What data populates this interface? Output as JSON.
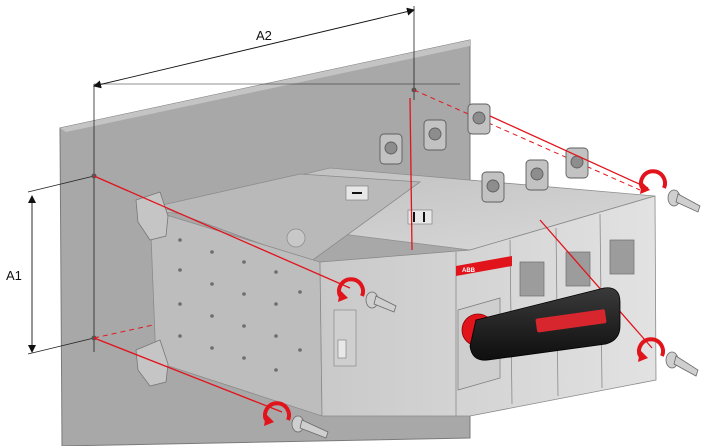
{
  "diagram": {
    "dimensions": {
      "width_label": "A2",
      "height_label": "A1"
    },
    "brand_mark": "ABB",
    "colors": {
      "mounting_plate": "#a7a7a7",
      "switch_body": "#d3d3d3",
      "guide_lines": "#e1141c",
      "handle": "#1c1c1c",
      "handle_insert": "#d7262d",
      "arrow_symbol": "#e1141c"
    },
    "icons": [
      "rotate-arrow-icon",
      "screw-icon",
      "terminal-lug-icon"
    ]
  }
}
